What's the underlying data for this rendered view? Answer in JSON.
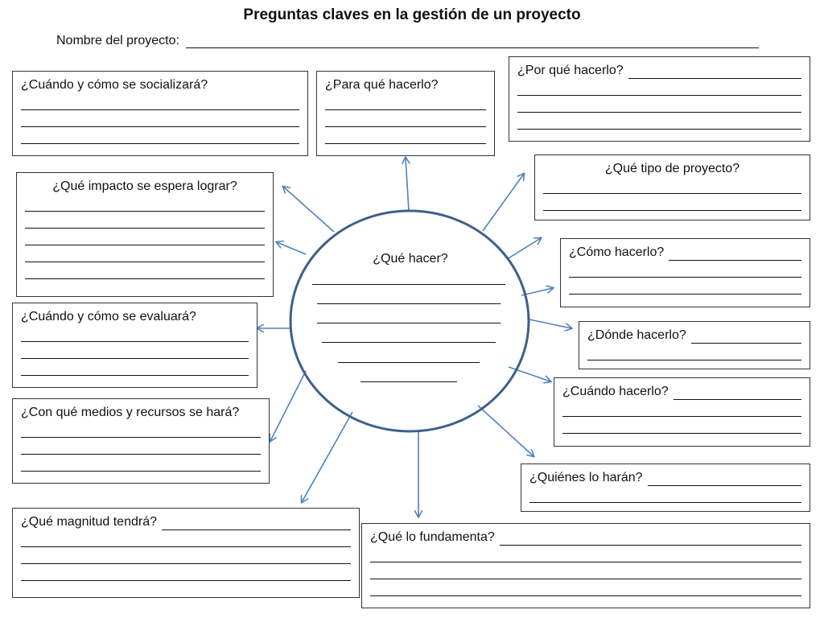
{
  "title": "Preguntas claves en la gestión de un proyecto",
  "project_name_label": "Nombre del proyecto:",
  "center_question": "¿Qué hacer?",
  "questions": {
    "socializara": "¿Cuándo y cómo se socializará?",
    "para_que": "¿Para qué hacerlo?",
    "por_que": "¿Por qué hacerlo?",
    "tipo": "¿Qué tipo de proyecto?",
    "impacto": "¿Qué impacto se espera lograr?",
    "como": "¿Cómo hacerlo?",
    "evaluara": "¿Cuándo y cómo se evaluará?",
    "donde": "¿Dónde hacerlo?",
    "medios": "¿Con qué medios y recursos se hará?",
    "cuando": "¿Cuándo hacerlo?",
    "quienes": "¿Quiénes lo harán?",
    "magnitud": "¿Qué magnitud tendrá?",
    "fundamenta": "¿Qué lo fundamenta?"
  },
  "colors": {
    "circle_stroke": "#3f5f8a",
    "arrow": "#4f81bd",
    "box_border": "#333333",
    "line": "#111111"
  }
}
